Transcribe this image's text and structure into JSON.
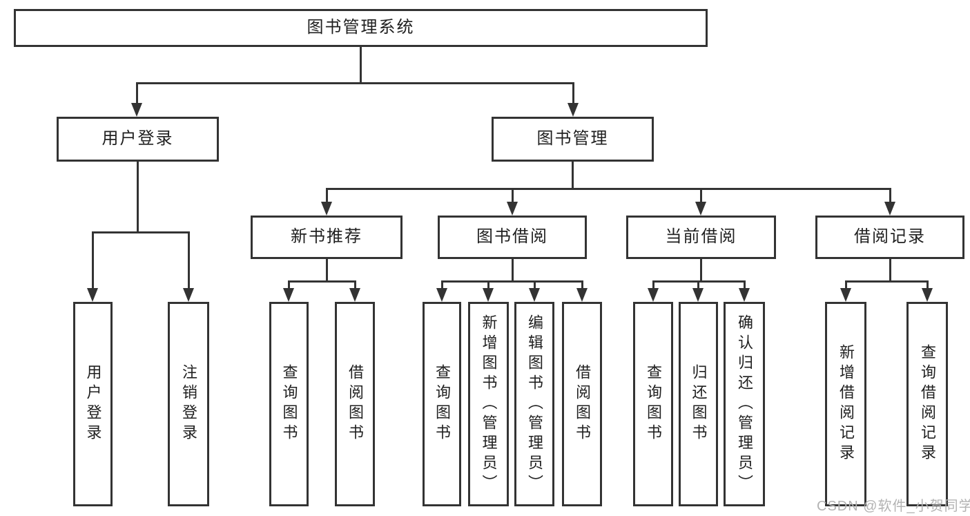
{
  "tree": {
    "root": "图书管理系统",
    "level2": [
      {
        "label": "用户登录",
        "children": [
          "用户登录",
          "注销登录"
        ]
      },
      {
        "label": "图书管理",
        "sections": [
          {
            "label": "新书推荐",
            "children": [
              "查询图书",
              "借阅图书"
            ]
          },
          {
            "label": "图书借阅",
            "children": [
              "查询图书",
              "新增图书（管理员）",
              "编辑图书（管理员）",
              "借阅图书"
            ]
          },
          {
            "label": "当前借阅",
            "children": [
              "查询图书",
              "归还图书",
              "确认归还（管理员）"
            ]
          },
          {
            "label": "借阅记录",
            "children": [
              "新增借阅记录",
              "查询借阅记录"
            ]
          }
        ]
      }
    ]
  },
  "watermark": "CSDN @软件_小贺同学",
  "colors": {
    "line": "#333333",
    "text": "#1f1f1f",
    "watermark": "#b3b3b3",
    "background": "#ffffff"
  }
}
